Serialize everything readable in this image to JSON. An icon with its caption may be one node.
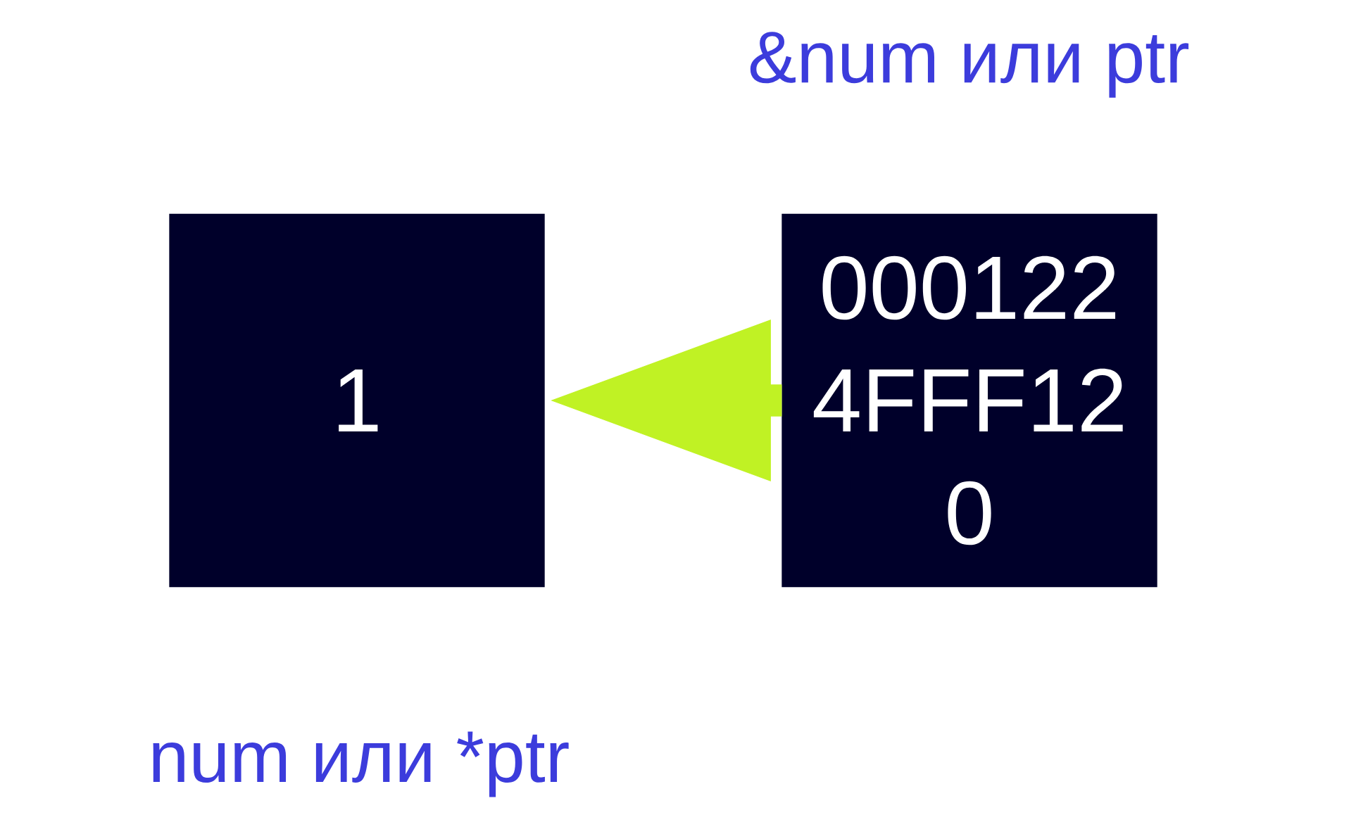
{
  "diagram": {
    "nodes": [
      {
        "text": [
          "1"
        ],
        "beside": [
          "num или *ptr"
        ]
      },
      {
        "text": [
          "000122 4FFF12 0"
        ],
        "beside": [
          "&num или ptr"
        ]
      }
    ],
    "edges": [
      {
        "from": 1,
        "to": 0,
        "arrow": "to",
        "style": "thick",
        "color": "#c0f224"
      }
    ]
  }
}
